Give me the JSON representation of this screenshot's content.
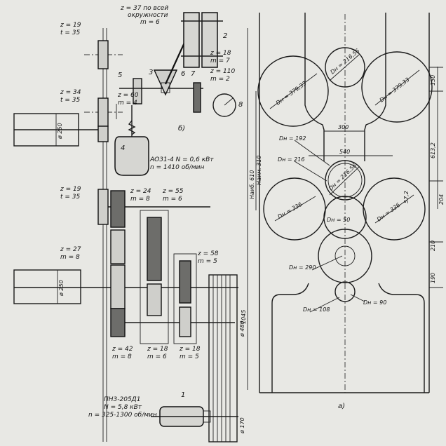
{
  "kinematic": {
    "gear_labels": [
      {
        "id": "g-z19-t35-top",
        "lines": [
          "z = 19",
          "t = 35"
        ]
      },
      {
        "id": "g-z37",
        "lines": [
          "z = 37 по всей",
          "окружности",
          "m = 6"
        ]
      },
      {
        "id": "g-z18-m7",
        "lines": [
          "z = 18",
          "m = 7"
        ]
      },
      {
        "id": "g-z110-m2",
        "lines": [
          "z = 110",
          "m = 2"
        ]
      },
      {
        "id": "g-z34-t35",
        "lines": [
          "z = 34",
          "t = 35"
        ]
      },
      {
        "id": "g-z60-m4",
        "lines": [
          "z = 60",
          "m = 4"
        ]
      },
      {
        "id": "g-z19-t35-mid",
        "lines": [
          "z = 19",
          "t = 35"
        ]
      },
      {
        "id": "g-z24-m8",
        "lines": [
          "z = 24",
          "m = 8"
        ]
      },
      {
        "id": "g-z55-m6",
        "lines": [
          "z = 55",
          "m = 6"
        ]
      },
      {
        "id": "g-z27-m8",
        "lines": [
          "z = 27",
          "m = 8"
        ]
      },
      {
        "id": "g-z58-m5",
        "lines": [
          "z = 58",
          "m = 5"
        ]
      },
      {
        "id": "g-z42-m8",
        "lines": [
          "z = 42",
          "m = 8"
        ]
      },
      {
        "id": "g-z18-m6",
        "lines": [
          "z = 18",
          "m = 6"
        ]
      },
      {
        "id": "g-z18-m5",
        "lines": [
          "z = 18",
          "m = 5"
        ]
      }
    ],
    "motor_top": [
      "АО31-4  N = 0,6 кВт",
      "n = 1410 об/мин"
    ],
    "motor_bottom": [
      "ПН3-205Д1",
      "N = 5,8 кВт",
      "n = 325-1300 об/мин"
    ],
    "part_numbers": [
      "1",
      "2",
      "3",
      "4",
      "5",
      "6",
      "7",
      "8"
    ],
    "shaft_dims": [
      "ø 250",
      "ø 250",
      "ø 480",
      "ø 170"
    ],
    "view_label": "б)"
  },
  "layout": {
    "diameters": [
      "Dн = 379,33",
      "Dн = 216,56",
      "Dн = 379,33",
      "Dн = 192",
      "Dн = 216",
      "Dн = 216,56",
      "Dн = 336",
      "Dн = 336",
      "Dн = 50",
      "Dн = 290",
      "Dн = 108",
      "Dн = 90"
    ],
    "dims": [
      "300",
      "540",
      "150",
      "613,2",
      "204",
      "57,2",
      "210",
      "190",
      "1045"
    ],
    "vertical_notes": [
      "Наиб. 610",
      "Наим. 310"
    ],
    "view_label": "а)"
  }
}
